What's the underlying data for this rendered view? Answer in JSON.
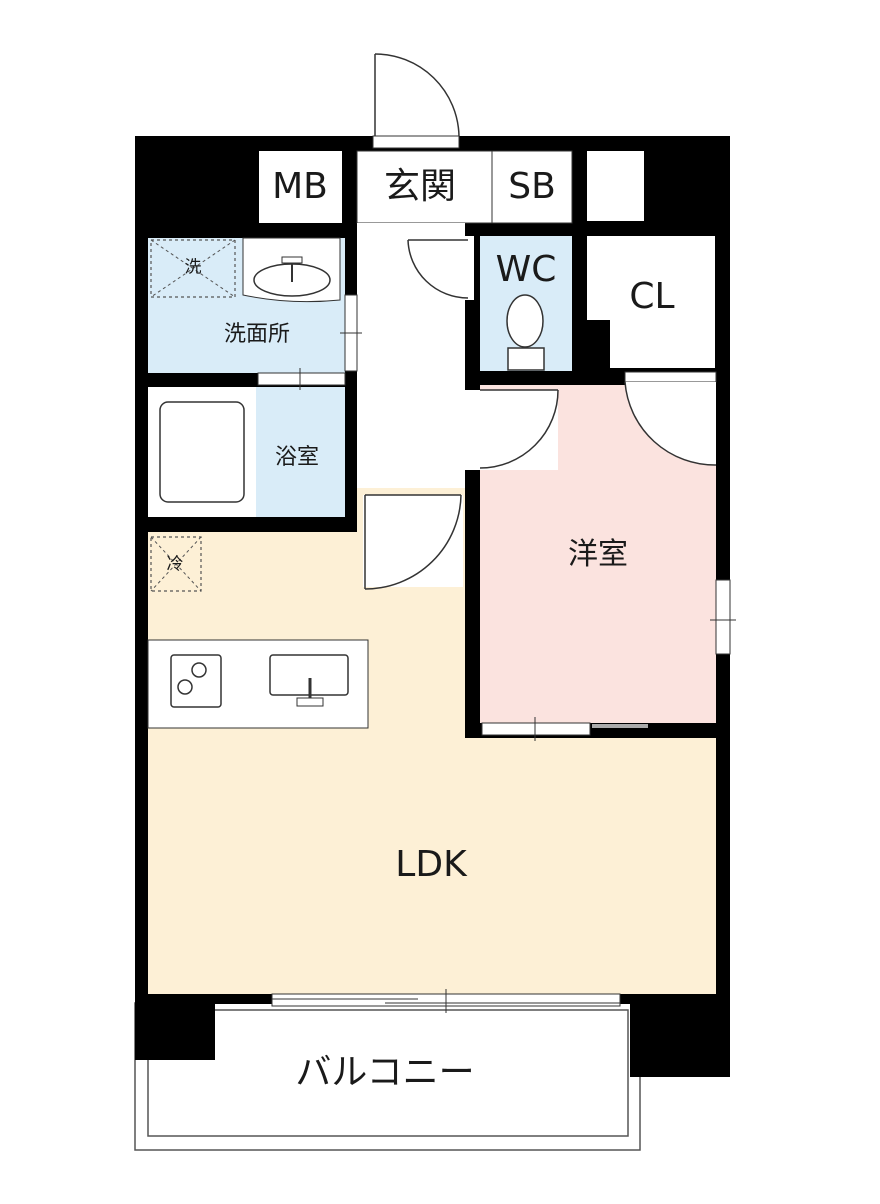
{
  "floor_plan": {
    "colors": {
      "wall": "#000000",
      "ldk_floor": "#fdf0d6",
      "western_room_floor": "#fbe3df",
      "wet_area_floor": "#d9ecf8",
      "plain_floor": "#ffffff"
    },
    "rooms": {
      "mb": {
        "label": "MB"
      },
      "entrance": {
        "label": "玄関"
      },
      "sb": {
        "label": "SB"
      },
      "washroom": {
        "label": "洗面所"
      },
      "washer": {
        "label": "洗"
      },
      "wc": {
        "label": "WC"
      },
      "closet": {
        "label": "CL"
      },
      "bathroom": {
        "label": "浴室"
      },
      "western_room": {
        "label": "洋室"
      },
      "fridge": {
        "label": "冷"
      },
      "ldk": {
        "label": "LDK"
      },
      "balcony": {
        "label": "バルコニー"
      }
    }
  }
}
